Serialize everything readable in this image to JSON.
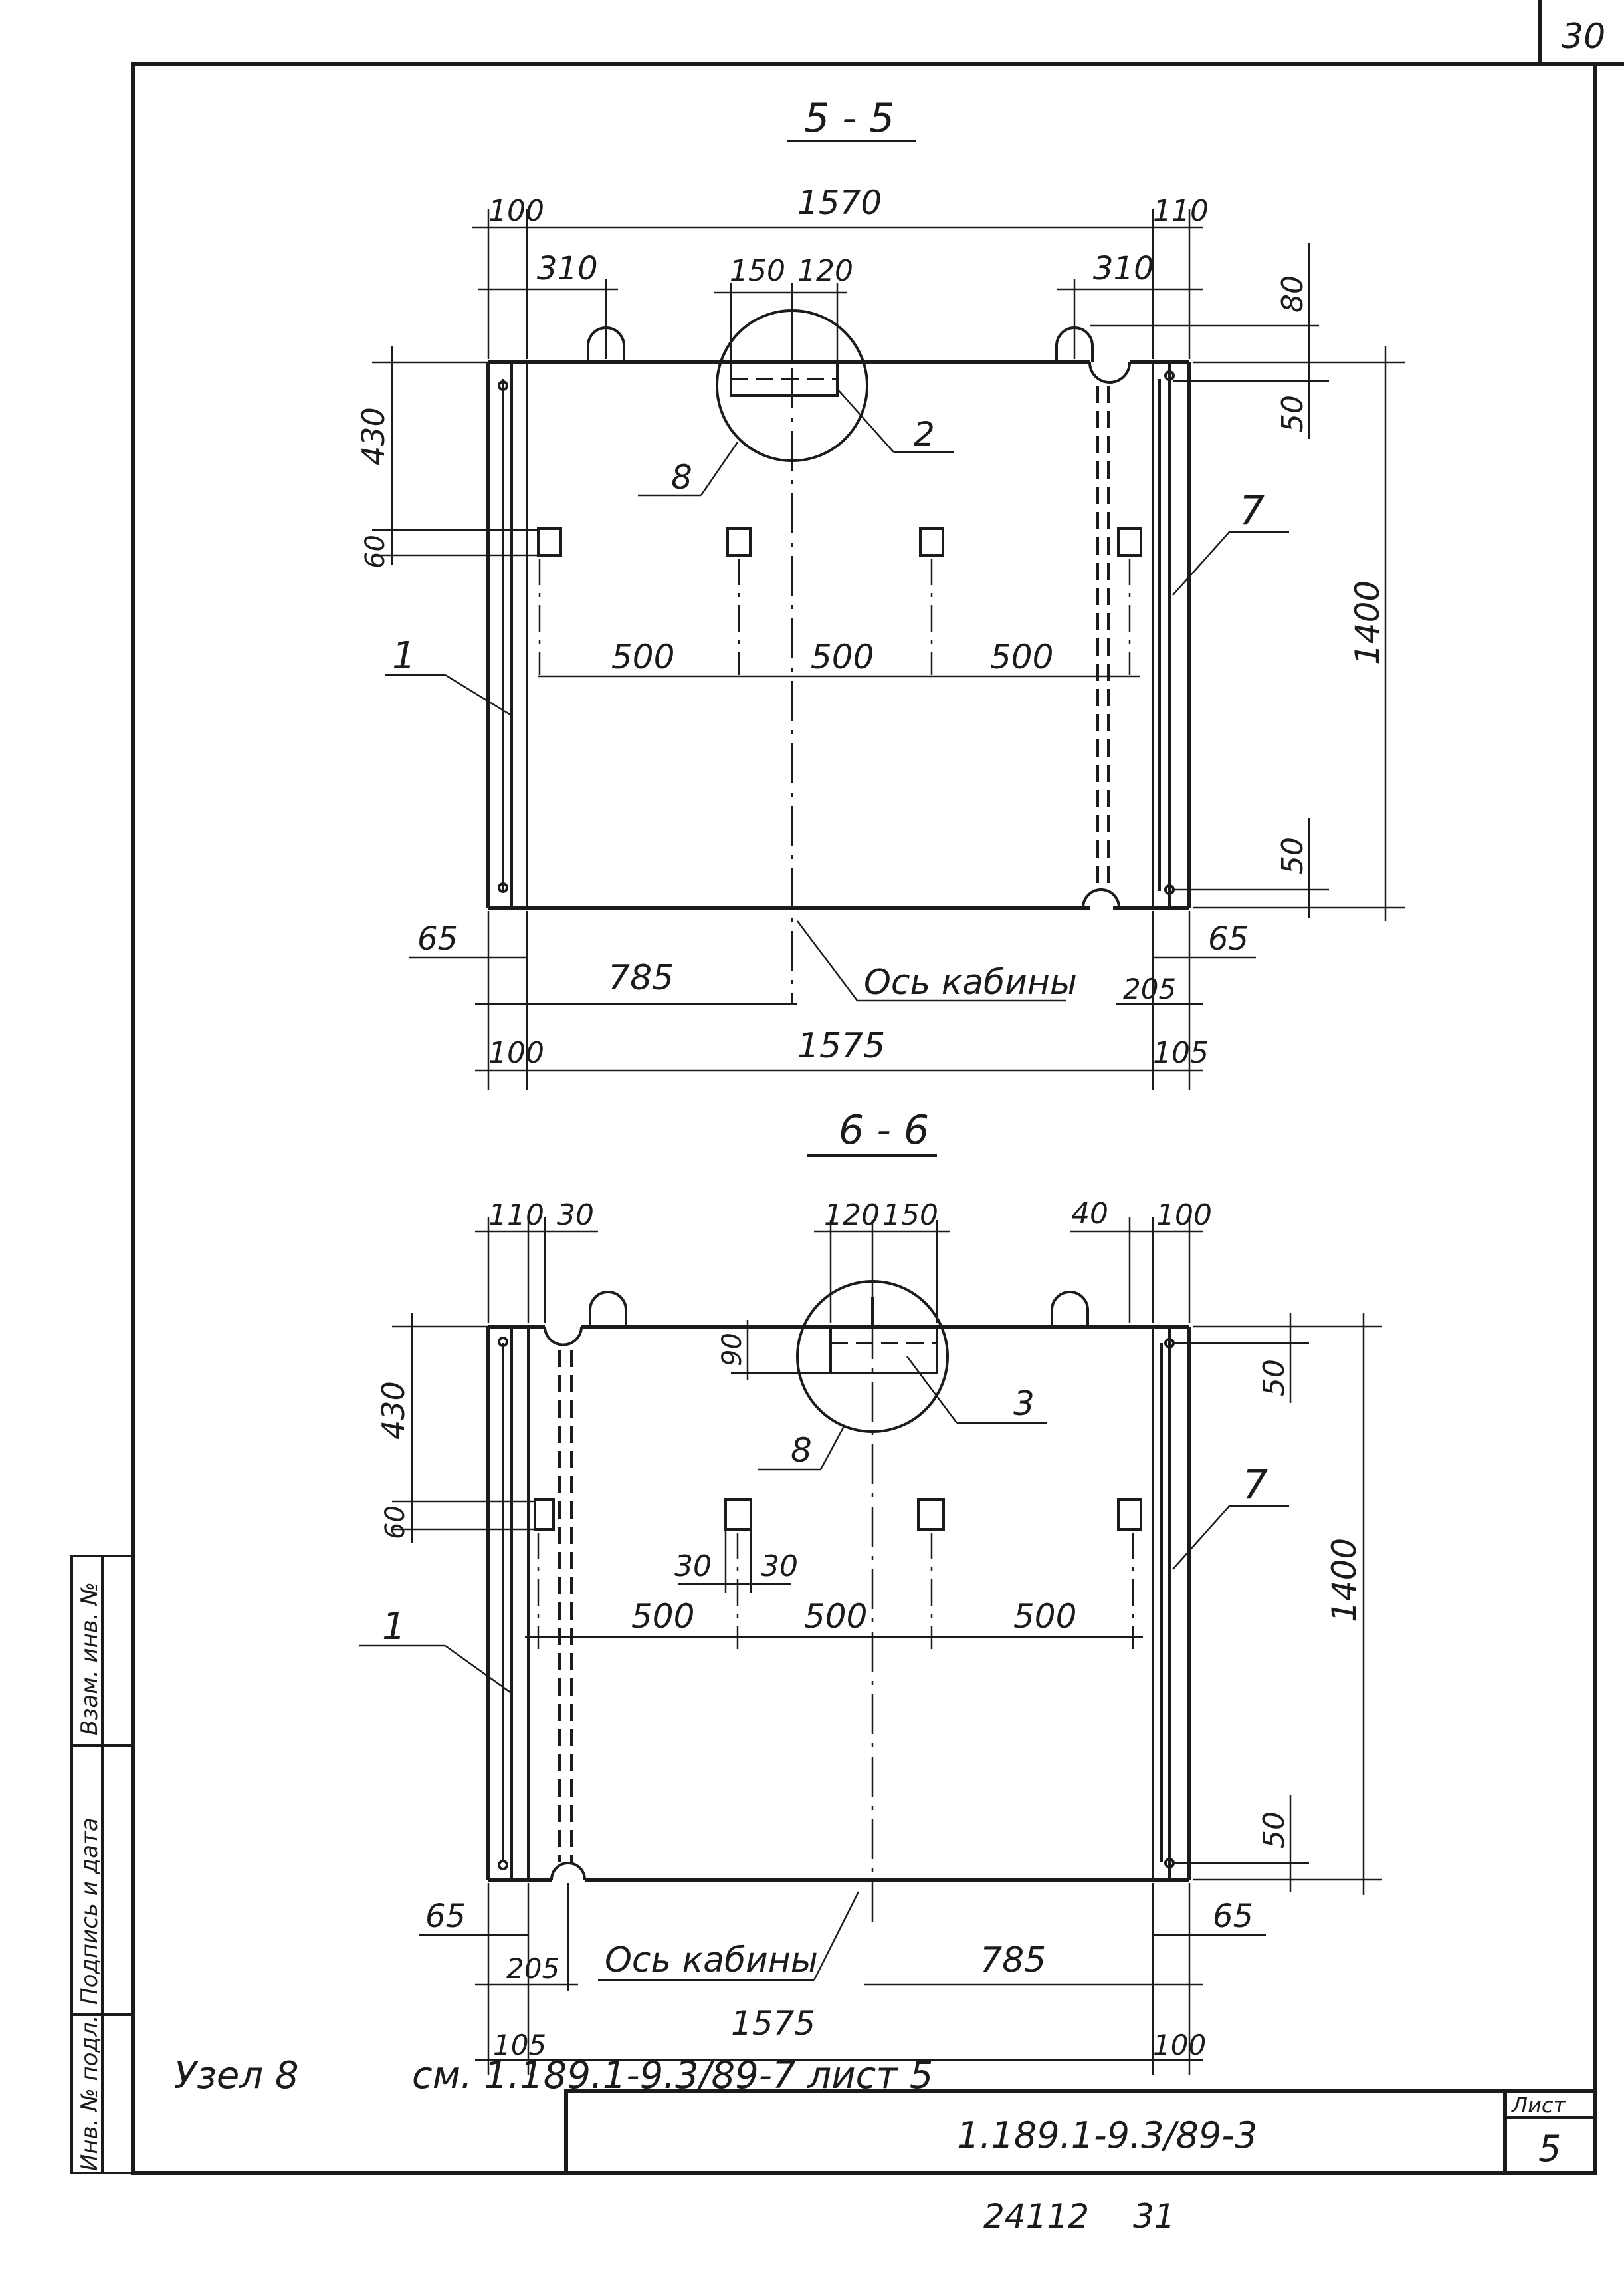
{
  "sheet": {
    "corner_page_number": "30",
    "drawing_code": "1.189.1-9.3/89-3",
    "sheet_label": "Лист",
    "sheet_number": "5",
    "bottom_number_a": "24112",
    "bottom_number_b": "31",
    "node_note_label": "Узел 8",
    "node_note_ref": "см. 1.189.1-9.3/89-7 лист 5"
  },
  "side_stamp": {
    "col1": "Инв. № подл.",
    "col2": "Подпись и дата",
    "col3": "Взам. инв. №"
  },
  "section_5": {
    "title": "5 - 5",
    "dim_top_overall": "1570",
    "dim_top_left": "100",
    "dim_top_right": "110",
    "dim_310_left": "310",
    "dim_310_right": "310",
    "dim_150": "150",
    "dim_120": "120",
    "dim_80": "80",
    "dim_50_top": "50",
    "dim_50_bottom": "50",
    "dim_1400": "1400",
    "dim_430": "430",
    "dim_60": "60",
    "dim_500_a": "500",
    "dim_500_b": "500",
    "dim_500_c": "500",
    "dim_65_left": "65",
    "dim_65_right": "65",
    "dim_785": "785",
    "dim_205": "205",
    "dim_100_bottom": "100",
    "dim_1575": "1575",
    "dim_105": "105",
    "axis_label": "Ось кабины",
    "mark_1": "1",
    "mark_2": "2",
    "mark_7": "7",
    "mark_8": "8"
  },
  "section_6": {
    "title": "6 - 6",
    "dim_110": "110",
    "dim_30_top": "30",
    "dim_120": "120",
    "dim_150": "150",
    "dim_40": "40",
    "dim_100_top": "100",
    "dim_90": "90",
    "dim_430": "430",
    "dim_60": "60",
    "dim_50_top": "50",
    "dim_50_bottom": "50",
    "dim_1400": "1400",
    "dim_30_a": "30",
    "dim_30_b": "30",
    "dim_500_a": "500",
    "dim_500_b": "500",
    "dim_500_c": "500",
    "dim_65_left": "65",
    "dim_65_right": "65",
    "dim_205": "205",
    "dim_785": "785",
    "dim_105": "105",
    "dim_1575": "1575",
    "dim_100_bottom": "100",
    "axis_label": "Ось кабины",
    "mark_1": "1",
    "mark_3": "3",
    "mark_7": "7",
    "mark_8": "8"
  }
}
